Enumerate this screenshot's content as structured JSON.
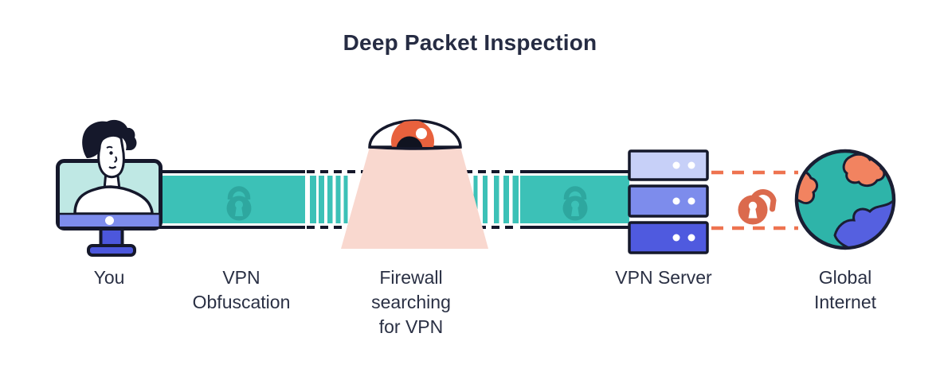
{
  "title": "Deep Packet Inspection",
  "nodes": {
    "you": {
      "label": "You"
    },
    "vpn_obfuscation": {
      "label_line1": "VPN",
      "label_line2": "Obfuscation"
    },
    "firewall": {
      "label_line1": "Firewall",
      "label_line2": "searching",
      "label_line3": "for VPN"
    },
    "vpn_server": {
      "label": "VPN Server"
    },
    "global_internet": {
      "label_line1": "Global",
      "label_line2": "Internet"
    }
  },
  "icons": {
    "monitor": "monitor-user-icon",
    "tunnel_lock_left": "closed-lock-icon",
    "tunnel_lock_right": "closed-lock-icon",
    "firewall_eye": "eye-icon",
    "firewall_beam": "search-beam-cone",
    "server": "server-stack-icon",
    "open_lock": "open-lock-icon",
    "globe": "globe-icon"
  },
  "colors": {
    "band": "#3CC1B7",
    "band_dark": "#2EA79F",
    "ink": "#15182B",
    "screen": "#BFE8E4",
    "periwinkle": "#7D8CEC",
    "blue": "#4C57DC",
    "server_top": "#C7D0F8",
    "server_mid": "#7D8CEC",
    "server_bottom": "#4F5ADF",
    "cone_pink": "#F9D8CF",
    "iris_orange": "#E8613D",
    "dash_orange": "#EE7350",
    "open_lock_orange": "#DB6A4D",
    "globe_teal": "#2EB4A9",
    "globe_orange": "#F28360",
    "globe_blue": "#5560E0",
    "text": "#2A3044"
  }
}
